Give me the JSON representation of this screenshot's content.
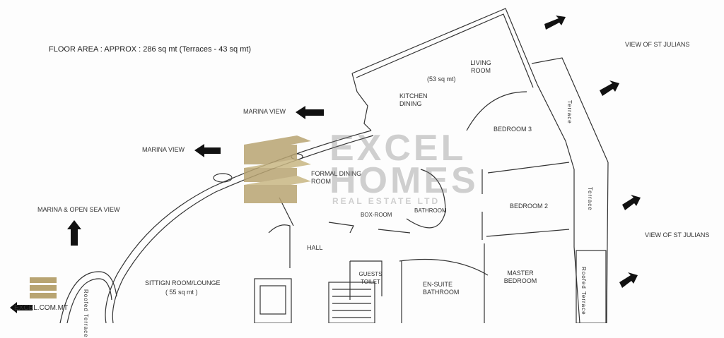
{
  "header": {
    "floor_area": "FLOOR AREA : APPROX :  286 sq mt (Terraces - 43 sq mt)"
  },
  "views": {
    "st_julians_top": "VIEW OF ST JULIANS",
    "st_julians_right": "VIEW OF ST JULIANS",
    "marina_view_1": "MARINA VIEW",
    "marina_view_2": "MARINA VIEW",
    "marina_open_sea": "MARINA & OPEN SEA VIEW"
  },
  "rooms": {
    "living_room": "LIVING ROOM",
    "living_area": "(53 sq mt)",
    "kitchen_dining": "KITCHEN DINING",
    "bedroom3": "BEDROOM 3",
    "bedroom2": "BEDROOM 2",
    "master_bedroom": "MASTER BEDROOM",
    "formal_dining": "FORMAL DINING ROOM",
    "box_room": "BOX-ROOM",
    "bathroom": "BATHROOM",
    "hall": "HALL",
    "guests_toilet": "GUESTS TOILET",
    "ensuite_bathroom": "EN-SUITE BATHROOM",
    "sitting_room": "SITTIGN ROOM/LOUNGE",
    "sitting_area": "( 55 sq mt )",
    "terrace_upper": "Terrace",
    "terrace_mid": "Terrace",
    "roofed_terrace_right": "Roofed Terrace",
    "roofed_terrace_left": "Roofed Terrace"
  },
  "watermark": {
    "line1": "EXCEL",
    "line2": "HOMES",
    "line3": "REAL ESTATE LTD"
  },
  "footer_logo": {
    "text": "EXCEL.COM.MT"
  },
  "colors": {
    "gold": "#b8a472",
    "wall": "#333333",
    "bg": "#fdfdfd"
  }
}
